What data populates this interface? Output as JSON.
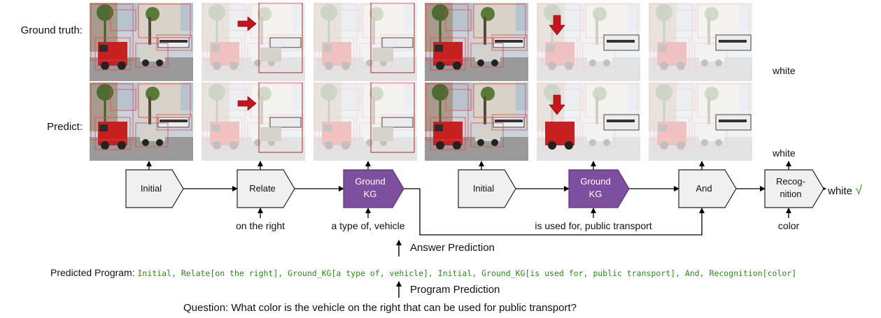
{
  "row_labels": {
    "ground_truth": "Ground truth:",
    "predict": "Predict:"
  },
  "images_alt": "street-scene",
  "gt_answer": "white",
  "pred_answer": "white",
  "nodes": [
    {
      "id": "initial1",
      "line1": "Initial",
      "line2": "",
      "style": "plain",
      "input": ""
    },
    {
      "id": "relate",
      "line1": "Relate",
      "line2": "",
      "style": "plain",
      "input": "on the right"
    },
    {
      "id": "ground1",
      "line1": "Ground",
      "line2": "KG",
      "style": "kg",
      "input": "a type of, vehicle"
    },
    {
      "id": "initial2",
      "line1": "Initial",
      "line2": "",
      "style": "plain",
      "input": ""
    },
    {
      "id": "ground2",
      "line1": "Ground",
      "line2": "KG",
      "style": "kg",
      "input": "is used for, public transport"
    },
    {
      "id": "and",
      "line1": "And",
      "line2": "",
      "style": "plain",
      "input": ""
    },
    {
      "id": "recog",
      "line1": "Recog-",
      "line2": "nition",
      "style": "plain",
      "input": "color"
    }
  ],
  "final_output": "white",
  "check_mark": "√",
  "answer_prediction": "Answer Prediction",
  "predicted_program_label": "Predicted Program:",
  "predicted_program": [
    {
      "text": "Initial, ",
      "kind": "code"
    },
    {
      "text": "Relate[on the right], ",
      "kind": "code"
    },
    {
      "text": "Ground_KG[a type of, vehicle], ",
      "kind": "code"
    },
    {
      "text": "Initial, ",
      "kind": "code"
    },
    {
      "text": "Ground_KG[is used for, public transport], ",
      "kind": "code"
    },
    {
      "text": "And, ",
      "kind": "code"
    },
    {
      "text": "Recognition[color]",
      "kind": "code"
    }
  ],
  "program_prediction": "Program Prediction",
  "question": "Question: What color is the vehicle on the right that can be used for public transport?",
  "colors": {
    "kg_fill": "#7e4f9e",
    "node_fill": "#f0f0f0",
    "green": "#2a8a1a",
    "arrow_red": "#c8151b"
  }
}
